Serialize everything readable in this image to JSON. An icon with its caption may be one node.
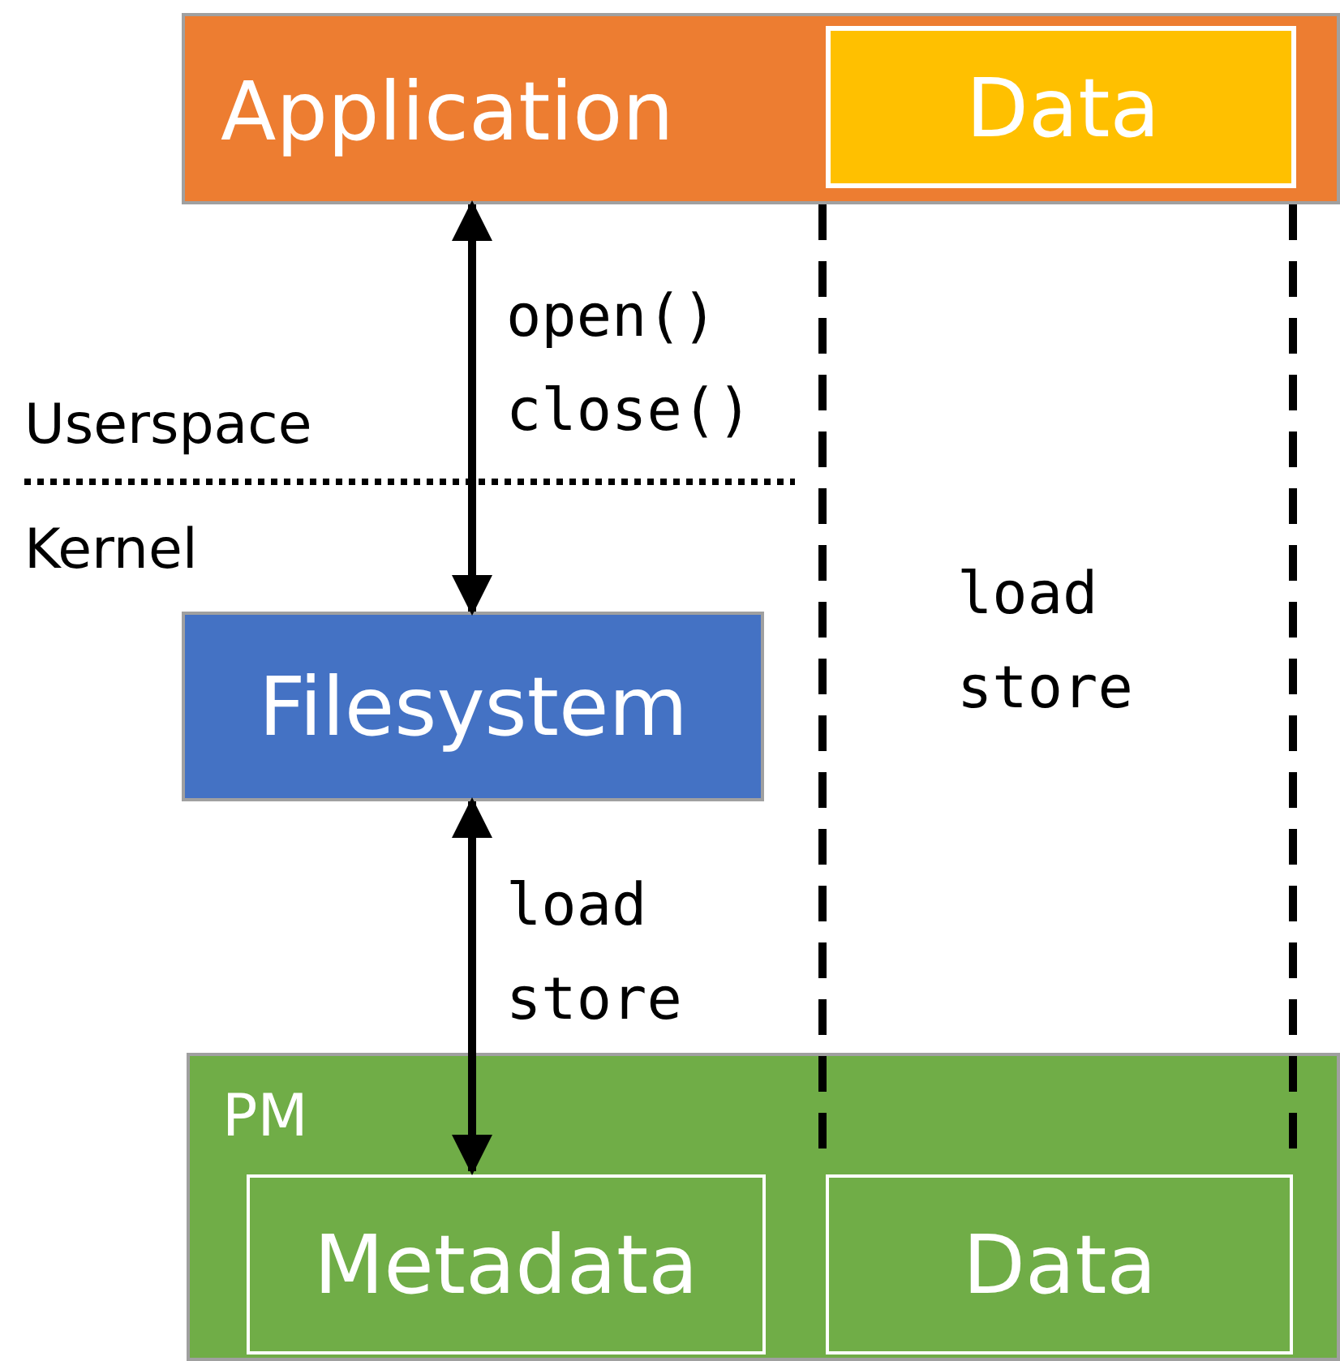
{
  "diagram": {
    "nodes": [
      {
        "text": [
          "Application"
        ]
      },
      {
        "text": [
          "Data"
        ],
        "in": 0
      },
      {
        "text": [
          "Filesystem"
        ]
      },
      {
        "text": [
          "PM"
        ]
      },
      {
        "text": [
          "Metadata"
        ],
        "in": 3
      },
      {
        "text": [
          "Data"
        ],
        "in": 3
      }
    ],
    "edges": [
      {
        "from": 0,
        "to": 2,
        "arrow": "both",
        "label": "open() close()"
      },
      {
        "from": 2,
        "to": 4,
        "arrow": "both",
        "label": "load store"
      },
      {
        "from": 1,
        "to": 5,
        "arrow": "none",
        "style": "dashed",
        "label": "load store"
      },
      {
        "from": 1,
        "to": 5,
        "arrow": "none",
        "style": "dashed"
      }
    ],
    "labels": [
      "Userspace",
      "Kernel"
    ]
  }
}
